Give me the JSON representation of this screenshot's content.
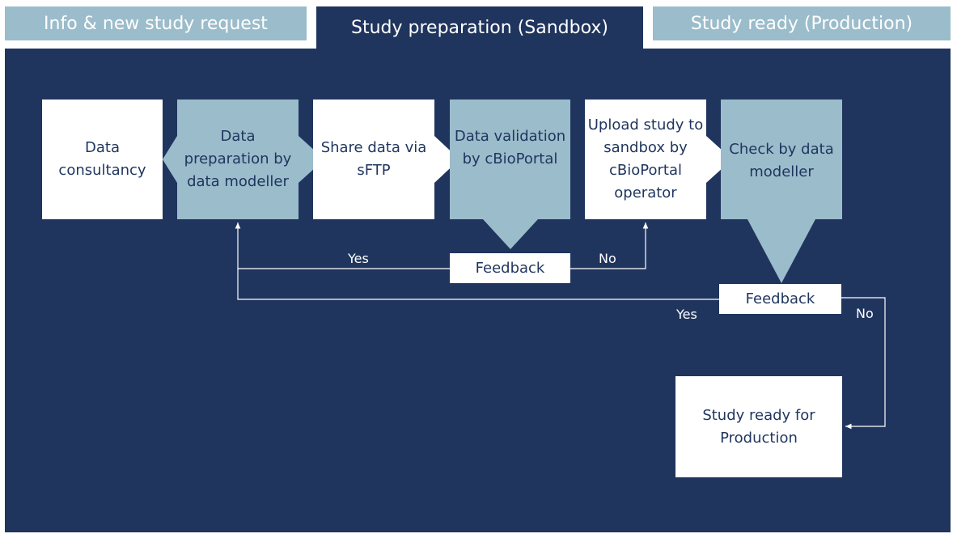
{
  "tabs": [
    {
      "label": "Info & new study request",
      "state": "inactive"
    },
    {
      "label": "Study preparation (Sandbox)",
      "state": "active"
    },
    {
      "label": "Study ready (Production)",
      "state": "inactive"
    }
  ],
  "steps": [
    {
      "label": "Data consultancy",
      "style": "white"
    },
    {
      "label": "Data preparation by data modeller",
      "style": "blue"
    },
    {
      "label": "Share data via sFTP",
      "style": "white"
    },
    {
      "label": "Data validation by cBioPortal",
      "style": "blue"
    },
    {
      "label": "Upload study to sandbox by cBioPortal operator",
      "style": "white"
    },
    {
      "label": "Check by data modeller",
      "style": "blue"
    }
  ],
  "feedback_boxes": [
    {
      "label": "Feedback",
      "yes_label": "Yes",
      "no_label": "No"
    },
    {
      "label": "Feedback",
      "yes_label": "Yes",
      "no_label": "No"
    }
  ],
  "final_step": {
    "label": "Study ready for Production"
  },
  "colors": {
    "navy": "#20355e",
    "light_blue": "#9bbccb",
    "white": "#ffffff",
    "text_dark": "#1f355e"
  }
}
